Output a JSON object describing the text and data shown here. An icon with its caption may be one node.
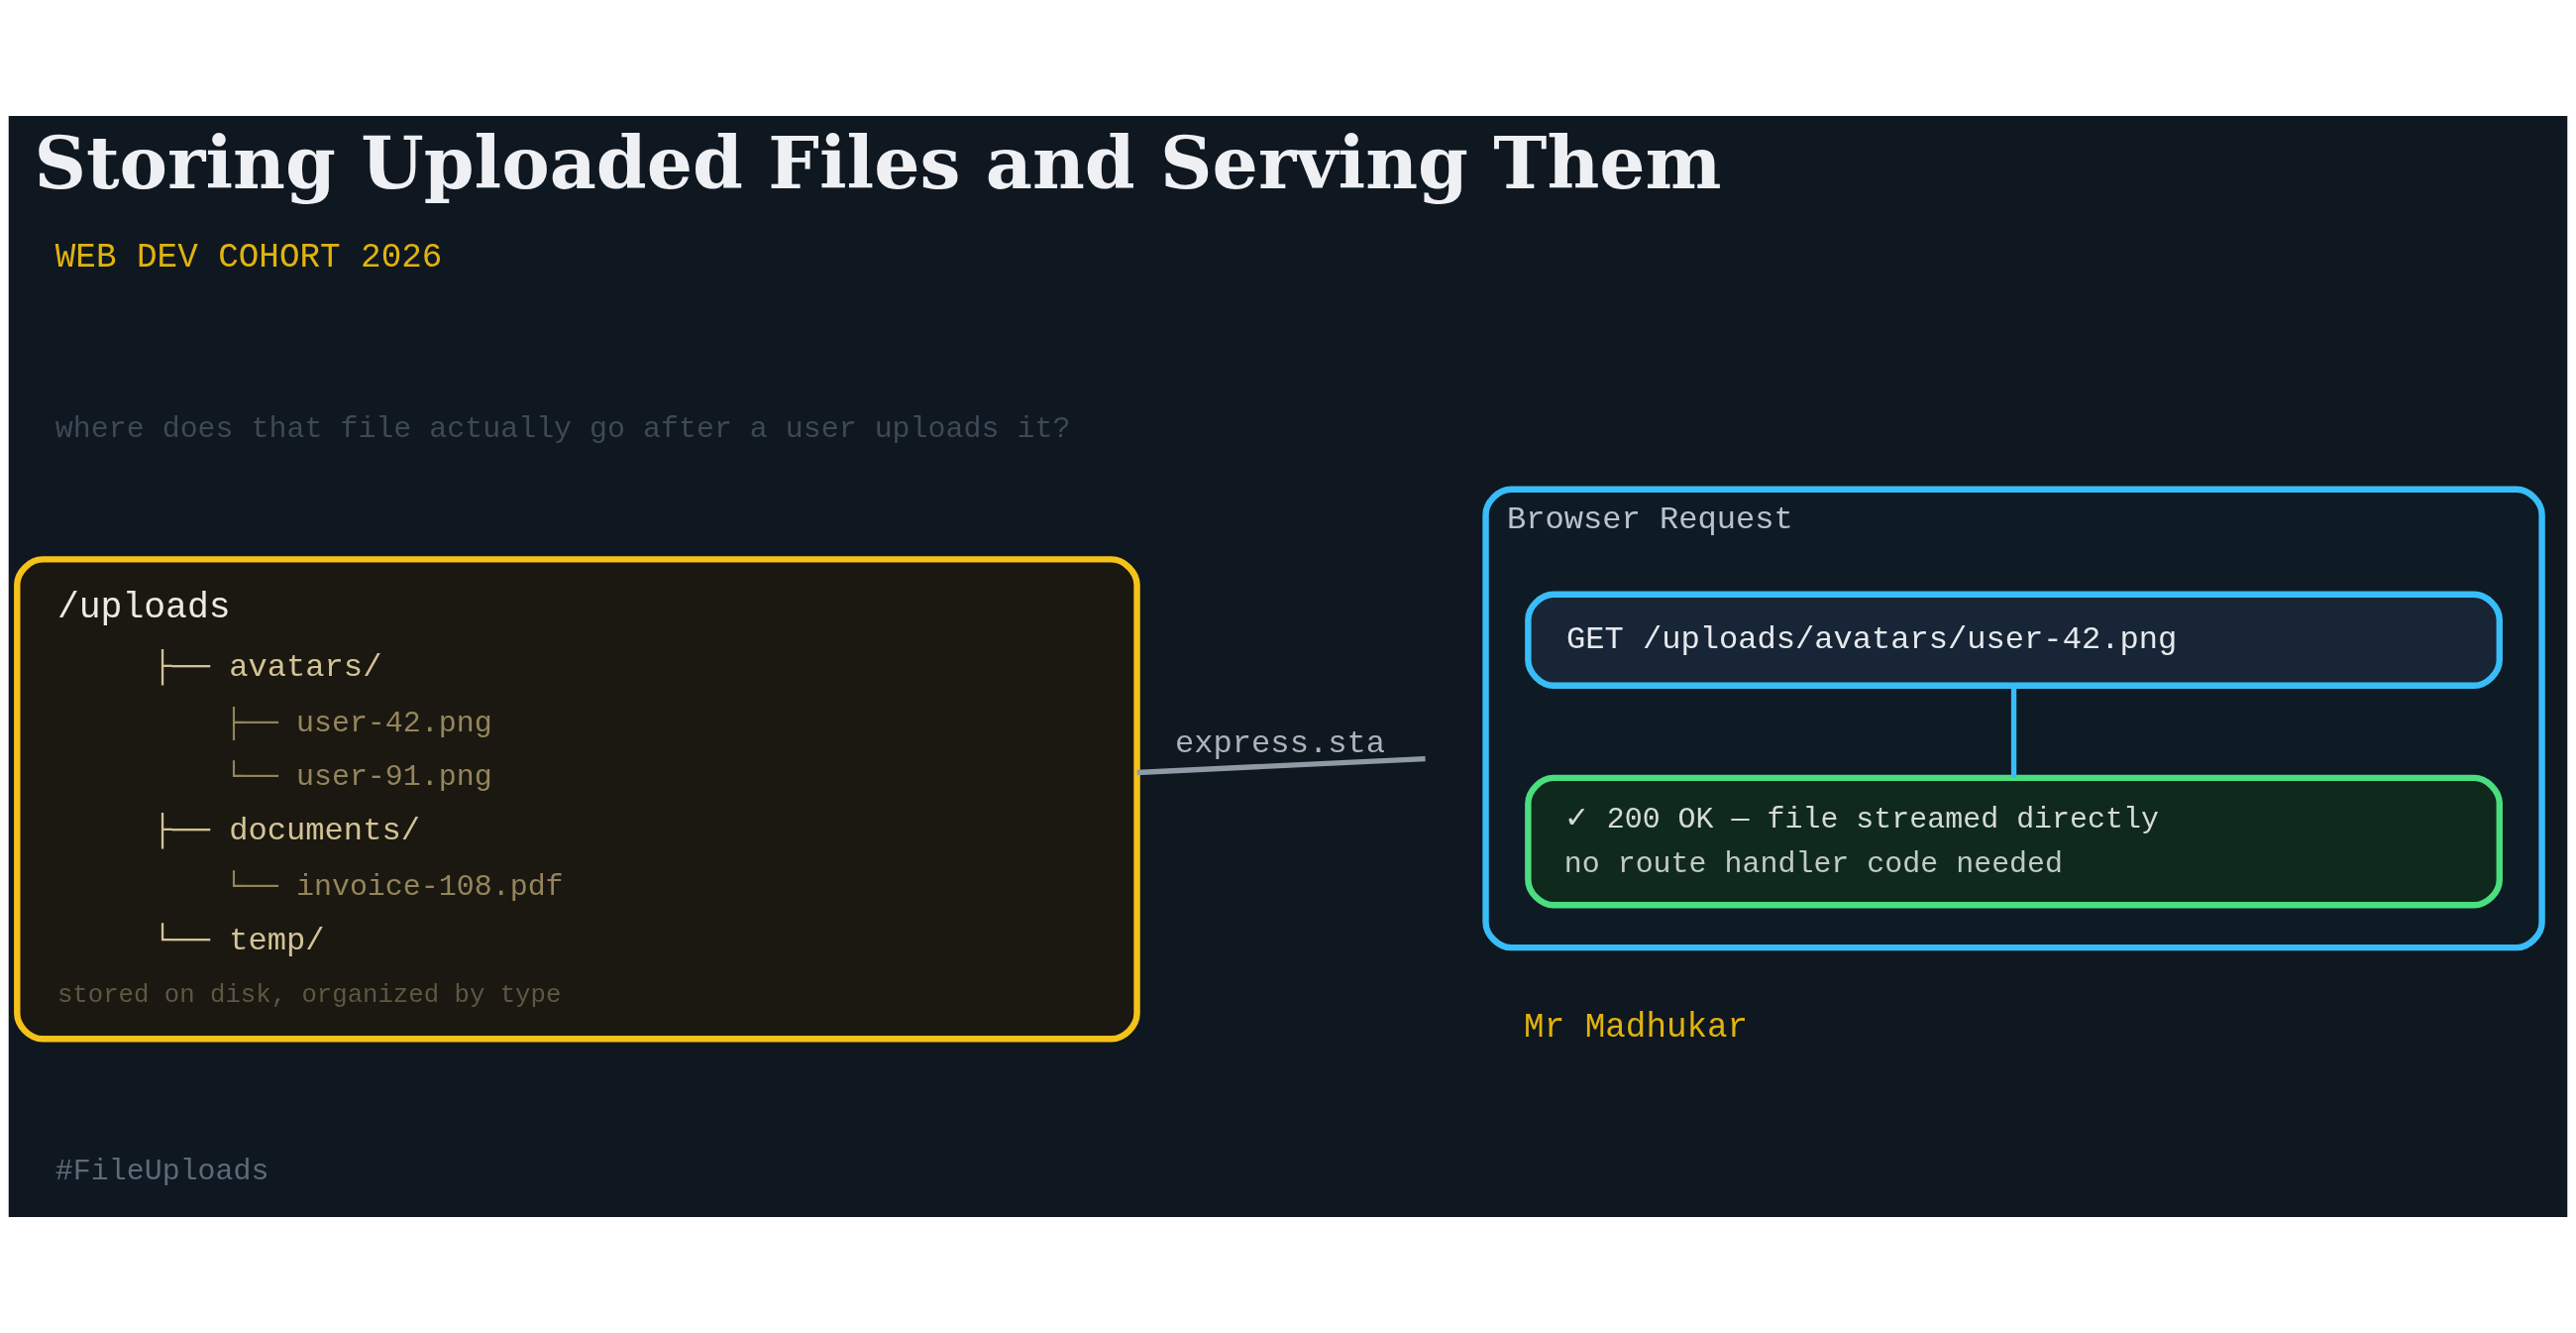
{
  "diagram": {
    "title": "Storing Uploaded Files and Serving Them",
    "nodes": [
      {
        "text": [
          "/uploads",
          "├── avatars/",
          "├── user-42.png",
          "└── user-91.png",
          "├── documents/",
          "└── invoice-108.pdf",
          "└── temp/",
          "stored on disk, organized by type"
        ]
      },
      {
        "text": [
          "Browser Request"
        ]
      },
      {
        "text": [
          "GET /uploads/avatars/user-42.png"
        ],
        "in": 1
      },
      {
        "text": [
          "✓ 200 OK — file streamed directly",
          "no route handler code needed"
        ],
        "in": 1
      }
    ],
    "edges": [
      {
        "from": 0,
        "to": null,
        "arrow": "none",
        "label": "express.sta",
        "color": "#8f9aa6"
      },
      {
        "from": 2,
        "to": 3,
        "arrow": "none",
        "color": "#38bdf8"
      }
    ],
    "labels": [
      "WEB DEV COHORT 2026",
      "where does that file actually go after a user uploads it?",
      "#FileUploads",
      "Mr Madhukar"
    ]
  }
}
